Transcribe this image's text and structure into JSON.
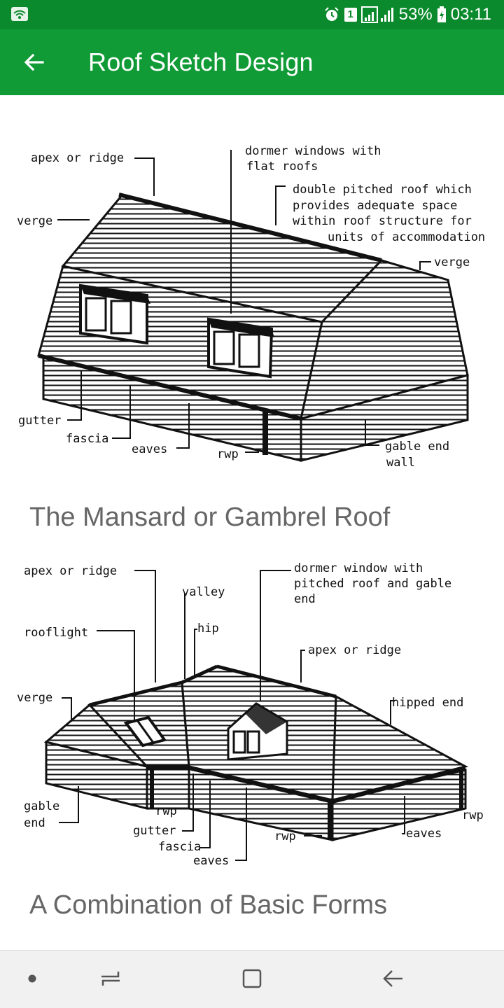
{
  "status_bar": {
    "battery": "53%",
    "time": "03:11",
    "sim_number": "1",
    "icons": [
      "wifi-icon",
      "alarm-icon",
      "sim-icon",
      "signal-icon",
      "battery-icon"
    ]
  },
  "app_bar": {
    "title": "Roof Sketch Design",
    "back_icon": "arrow-left-icon"
  },
  "items": [
    {
      "caption": "The Mansard or Gambrel Roof",
      "labels": {
        "apex": "apex or ridge",
        "dormer_1": "dormer windows with",
        "dormer_2": "flat roofs",
        "double_1": "double pitched roof which",
        "double_2": "provides adequate space",
        "double_3": "within roof structure for",
        "double_4": "units of accommodation",
        "verge_left": "verge",
        "verge_right": "verge",
        "gutter": "gutter",
        "fascia": "fascia",
        "eaves": "eaves",
        "rwp": "rwp",
        "gable_1": "gable end",
        "gable_2": "wall"
      }
    },
    {
      "caption": "A Combination of Basic Forms",
      "labels": {
        "apex_left": "apex or ridge",
        "valley": "valley",
        "dormer_1": "dormer window with",
        "dormer_2": "pitched roof and gable",
        "dormer_3": "end",
        "rooflight": "rooflight",
        "hip": "hip",
        "apex_right": "apex or ridge",
        "verge": "verge",
        "hipped_end": "hipped end",
        "gable_1": "gable",
        "gable_2": "end",
        "rwp_left": "rwp",
        "gutter": "gutter",
        "fascia": "fascia",
        "eaves_bottom": "eaves",
        "rwp_mid": "rwp",
        "eaves_right": "eaves",
        "rwp_right": "rwp"
      }
    }
  ],
  "nav_bar": {
    "icons": [
      "dot-icon",
      "recent-apps-icon",
      "home-icon",
      "back-icon"
    ]
  }
}
